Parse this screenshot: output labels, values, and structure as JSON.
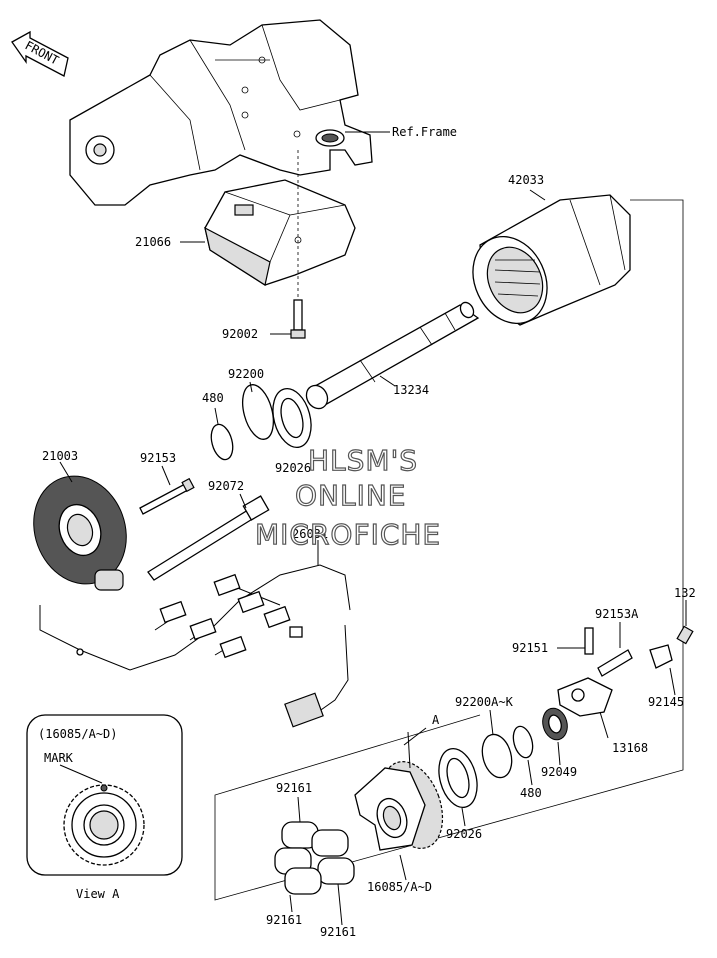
{
  "watermark": {
    "line1": "HLSM'S",
    "line2": "ONLINE",
    "line3": "MICROFICHE"
  },
  "front_label": "FRONT",
  "labels": {
    "ref_frame": "Ref.Frame",
    "p42033": "42033",
    "p21066": "21066",
    "p92002": "92002",
    "p13234": "13234",
    "p92200": "92200",
    "p480a": "480",
    "p92026a": "92026",
    "p21003": "21003",
    "p92153": "92153",
    "p92072": "92072",
    "p26031": "26031",
    "p132": "132",
    "p92153A": "92153A",
    "p92151": "92151",
    "p92145": "92145",
    "p13168": "13168",
    "p92200AK": "92200A~K",
    "pA": "A",
    "p92049": "92049",
    "p480b": "480",
    "p92026b": "92026",
    "p92161a": "92161",
    "p92161b": "92161",
    "p92161c": "92161",
    "p16085": "16085/A~D",
    "inset_title": "(16085/A~D)",
    "mark": "MARK",
    "view_a": "View A"
  }
}
